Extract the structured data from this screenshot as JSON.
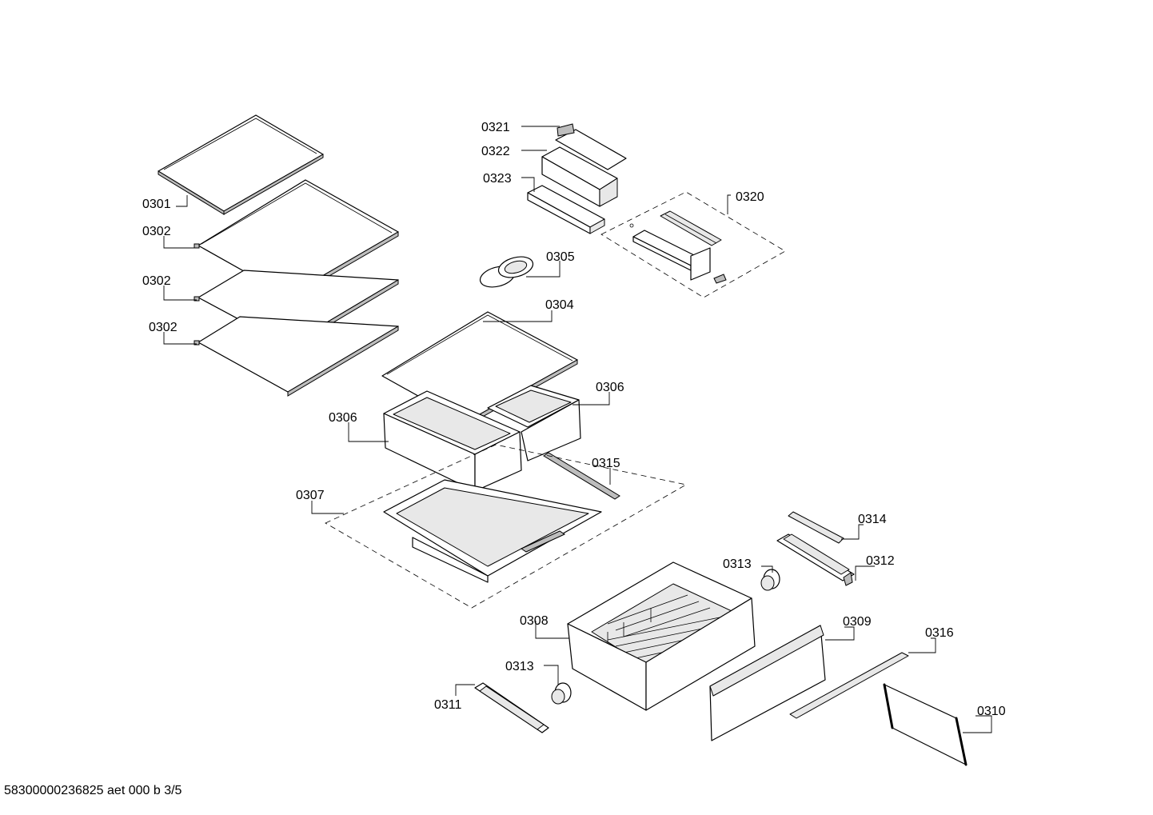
{
  "document_id": "58300000236825 aet 000 b 3/5",
  "parts": {
    "p0301": "0301",
    "p0302a": "0302",
    "p0302b": "0302",
    "p0302c": "0302",
    "p0304": "0304",
    "p0305": "0305",
    "p0306a": "0306",
    "p0306b": "0306",
    "p0307": "0307",
    "p0308": "0308",
    "p0309": "0309",
    "p0310": "0310",
    "p0311": "0311",
    "p0312": "0312",
    "p0313a": "0313",
    "p0313b": "0313",
    "p0314": "0314",
    "p0315": "0315",
    "p0316": "0316",
    "p0320": "0320",
    "p0321": "0321",
    "p0322": "0322",
    "p0323": "0323"
  }
}
